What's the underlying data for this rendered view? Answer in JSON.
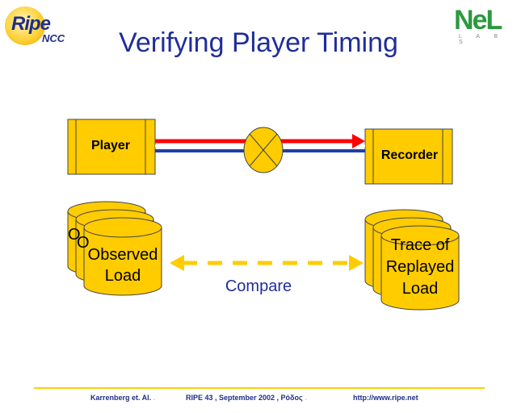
{
  "title": "Verifying Player Timing",
  "logos": {
    "left_word": "Ripe",
    "left_sub": "NCC",
    "right_word": "NeL",
    "right_sub": "L A B S"
  },
  "diagram": {
    "player_label": "Player",
    "recorder_label": "Recorder",
    "observed_load_label": "Observed Load",
    "observed_behind_1": "O",
    "observed_behind_2": "O",
    "trace_label": "Trace of Replayed Load",
    "compare_label": "Compare"
  },
  "footer": {
    "authors": "Karrenberg et. Al.",
    "event": "RIPE 43 ,  September 2002 , Ρόδος",
    "url": "http://www.ripe.net",
    "dot": "."
  },
  "colors": {
    "title": "#1f2e9a",
    "box_fill": "#ffcc00",
    "red_line": "#ff0000",
    "blue_line": "#1f3eaa",
    "footer_line": "#ffd200"
  }
}
